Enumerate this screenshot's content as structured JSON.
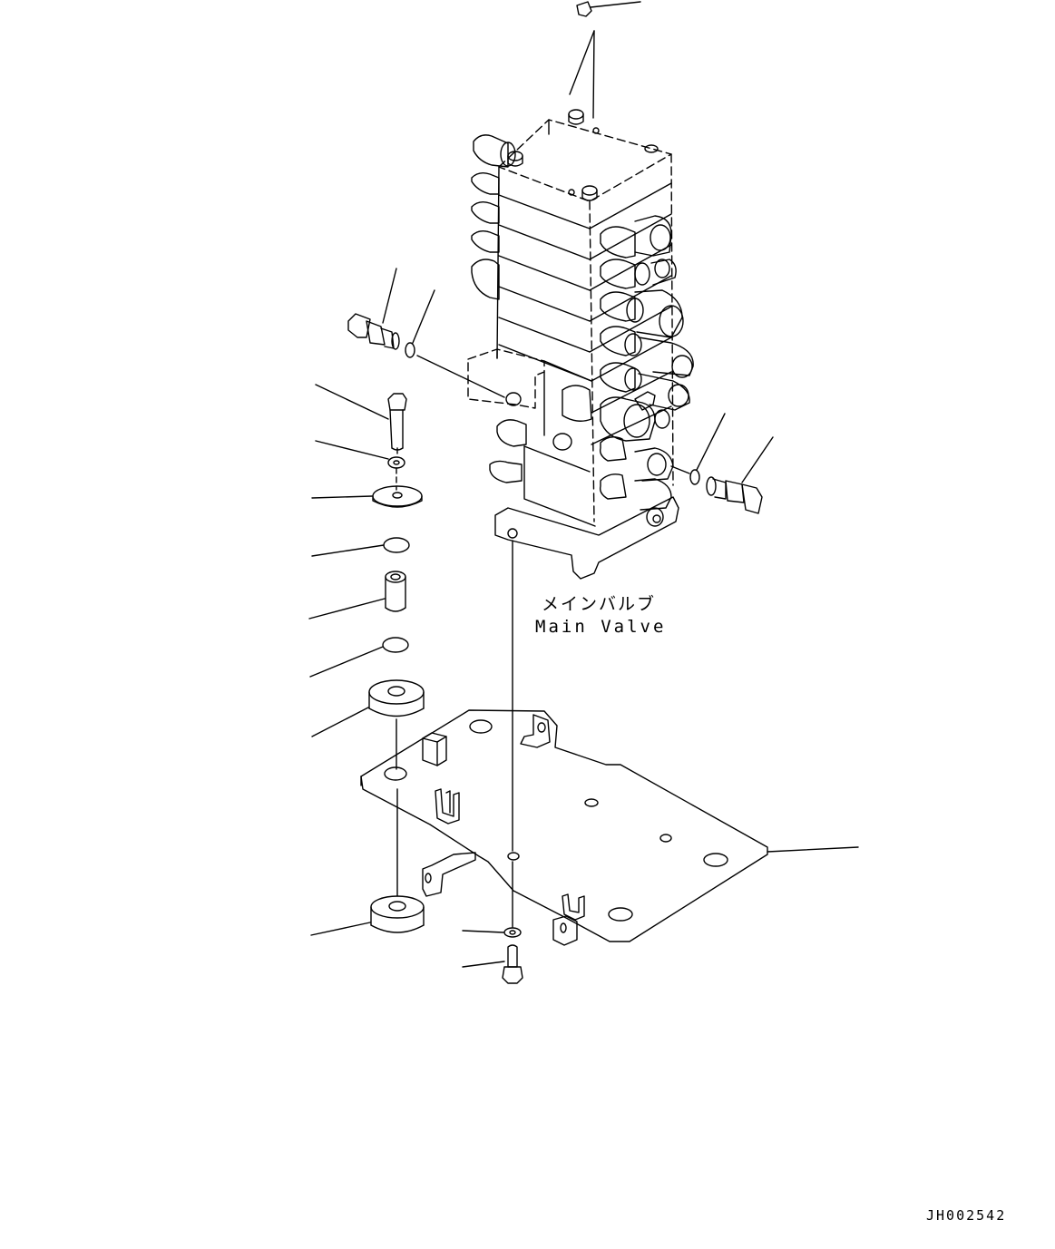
{
  "drawing": {
    "component_label_jp": "メインバルブ",
    "component_label_en": "Main Valve",
    "drawing_number": "JH002542"
  }
}
